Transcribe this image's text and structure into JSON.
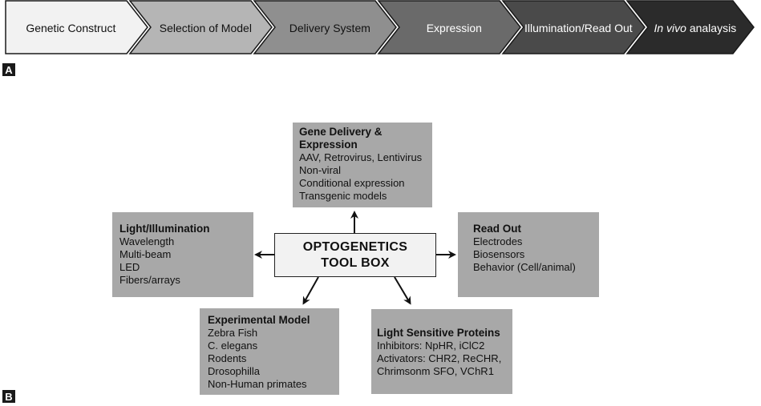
{
  "panel_a": {
    "label": "A",
    "steps": [
      {
        "text": "Genetic Construct",
        "italic_prefix": "",
        "fill": "#f2f2f2",
        "text_color": "#111111"
      },
      {
        "text": "Selection of Model",
        "italic_prefix": "",
        "fill": "#b5b5b5",
        "text_color": "#111111"
      },
      {
        "text": "Delivery System",
        "italic_prefix": "",
        "fill": "#8f8f8f",
        "text_color": "#111111"
      },
      {
        "text": "Expression",
        "italic_prefix": "",
        "fill": "#6a6a6a",
        "text_color": "#ffffff"
      },
      {
        "text": "Illumination/Read Out",
        "italic_prefix": "",
        "fill": "#4a4a4a",
        "text_color": "#ffffff"
      },
      {
        "text": " analaysis",
        "italic_prefix": "In vivo",
        "fill": "#2b2b2b",
        "text_color": "#ffffff"
      }
    ]
  },
  "panel_b": {
    "label": "B",
    "center": {
      "line1": "OPTOGENETICS",
      "line2": "TOOL BOX"
    },
    "gene_delivery": {
      "title_line1": "Gene Delivery &",
      "title_line2": "Expression",
      "items": [
        "AAV, Retrovirus, Lentivirus",
        "Non-viral",
        "Conditional expression",
        "Transgenic models"
      ]
    },
    "light_illumination": {
      "title": "Light/Illumination",
      "items": [
        "Wavelength",
        "Multi-beam",
        "LED",
        "Fibers/arrays"
      ]
    },
    "read_out": {
      "title": "Read Out",
      "items": [
        "Electrodes",
        "Biosensors",
        "Behavior (Cell/animal)"
      ]
    },
    "experimental_model": {
      "title": "Experimental Model",
      "items": [
        "Zebra Fish",
        "C. elegans",
        "Rodents",
        "Drosophilla",
        "Non-Human primates"
      ]
    },
    "light_sensitive": {
      "title": "Light Sensitive Proteins",
      "items": [
        "Inhibitors: NpHR, iClC2",
        "Activators: CHR2, ReCHR,",
        "Chrimsonm SFO, VChR1"
      ]
    }
  },
  "colors": {
    "box_fill": "#a8a8a8",
    "center_fill": "#f2f2f2",
    "arrow": "#111111"
  }
}
